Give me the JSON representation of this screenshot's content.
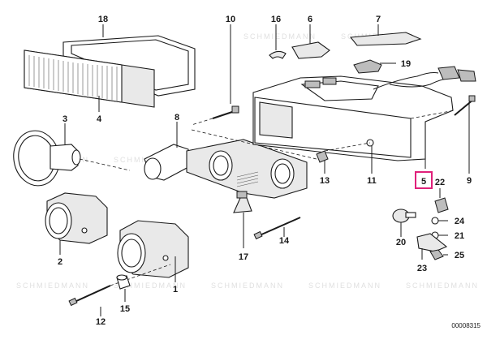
{
  "diagram": {
    "reference_number": "00008315",
    "highlighted_part": "5",
    "highlight_color": "#e0207a",
    "watermark_text": "SCHMIEDMANN",
    "callouts": [
      {
        "id": "c18",
        "label": "18"
      },
      {
        "id": "c4",
        "label": "4"
      },
      {
        "id": "c10",
        "label": "10"
      },
      {
        "id": "c16",
        "label": "16"
      },
      {
        "id": "c6",
        "label": "6"
      },
      {
        "id": "c7",
        "label": "7"
      },
      {
        "id": "c19",
        "label": "19"
      },
      {
        "id": "c3",
        "label": "3"
      },
      {
        "id": "c8",
        "label": "8"
      },
      {
        "id": "c9",
        "label": "9"
      },
      {
        "id": "c13",
        "label": "13"
      },
      {
        "id": "c11",
        "label": "11"
      },
      {
        "id": "c5",
        "label": "5"
      },
      {
        "id": "c22",
        "label": "22"
      },
      {
        "id": "c24",
        "label": "24"
      },
      {
        "id": "c21",
        "label": "21"
      },
      {
        "id": "c20",
        "label": "20"
      },
      {
        "id": "c25",
        "label": "25"
      },
      {
        "id": "c23",
        "label": "23"
      },
      {
        "id": "c2",
        "label": "2"
      },
      {
        "id": "c1",
        "label": "1"
      },
      {
        "id": "c17",
        "label": "17"
      },
      {
        "id": "c14",
        "label": "14"
      },
      {
        "id": "c12",
        "label": "12"
      },
      {
        "id": "c15",
        "label": "15"
      }
    ]
  }
}
